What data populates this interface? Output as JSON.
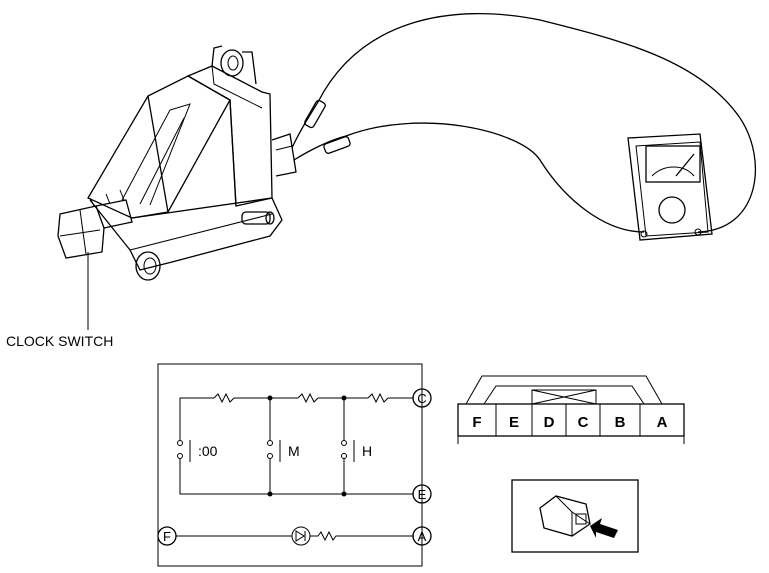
{
  "diagram": {
    "component_label": "CLOCK SWITCH",
    "circuit": {
      "terminals": [
        "C",
        "E",
        "F",
        "A"
      ],
      "switch_labels": [
        ":00",
        "M",
        "H"
      ]
    },
    "connector": {
      "pins": [
        "F",
        "E",
        "D",
        "C",
        "B",
        "A"
      ]
    }
  }
}
